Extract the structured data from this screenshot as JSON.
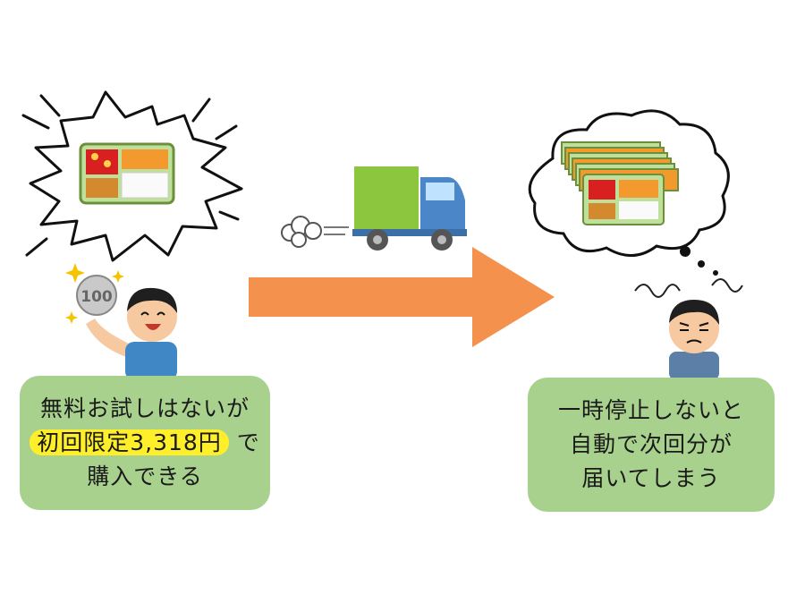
{
  "coin": {
    "value": "100"
  },
  "left_box": {
    "line1": "無料お試しはないが",
    "highlight": "初回限定3,318円",
    "line2_rest": "で",
    "line3": "購入できる"
  },
  "right_box": {
    "line1": "一時停止しないと",
    "line2": "自動で次回分が",
    "line3": "届いてしまう"
  },
  "colors": {
    "box_green": "#a9d18e",
    "highlight_yellow": "#ffef2a",
    "arrow_orange": "#f4914d",
    "truck_green": "#8cc63f",
    "truck_blue": "#4a86c8"
  }
}
